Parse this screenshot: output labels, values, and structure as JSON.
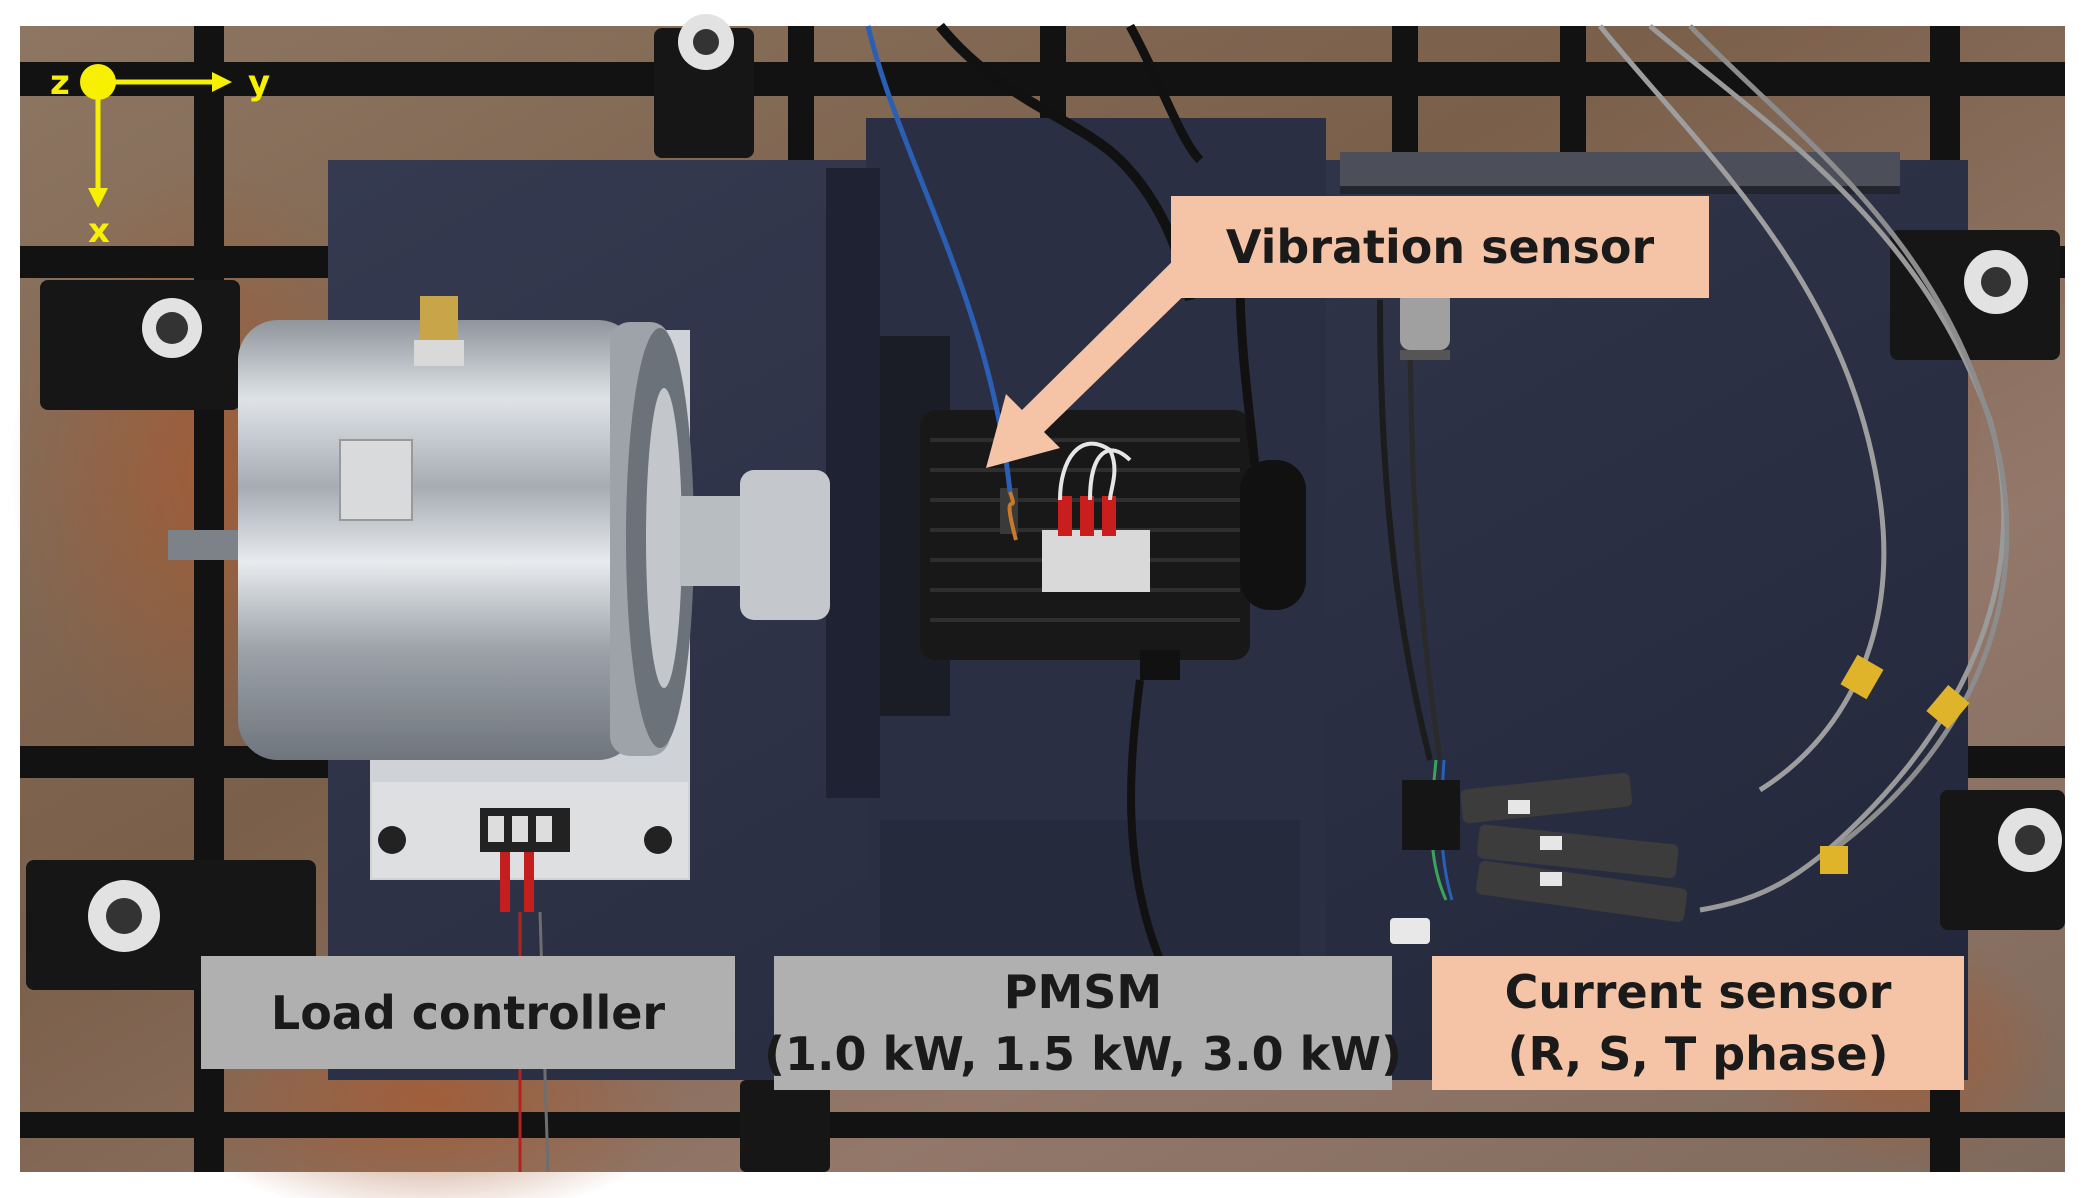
{
  "axes": {
    "z": "z",
    "y": "y",
    "x": "x",
    "color": "#f7f000"
  },
  "labels": {
    "vibration_sensor": {
      "lines": [
        "Vibration sensor"
      ],
      "color": "#f5c4a6"
    },
    "load_controller": {
      "lines": [
        "Load controller"
      ],
      "color": "#b0b0b0"
    },
    "pmsm": {
      "lines": [
        "PMSM",
        "(1.0 kW, 1.5 kW, 3.0 kW)"
      ],
      "color": "#b0b0b0"
    },
    "current_sensor": {
      "lines": [
        "Current sensor",
        "(R, S, T phase)"
      ],
      "color": "#f5c4a6"
    }
  },
  "colors": {
    "floor": "#8a6e58",
    "floor_rust": "#9a5a36",
    "base_plate": "#2c3044",
    "rails": "#121212",
    "steel": "#c7cbd0",
    "motor": "#181818",
    "arrow": "#f5c4a6"
  }
}
